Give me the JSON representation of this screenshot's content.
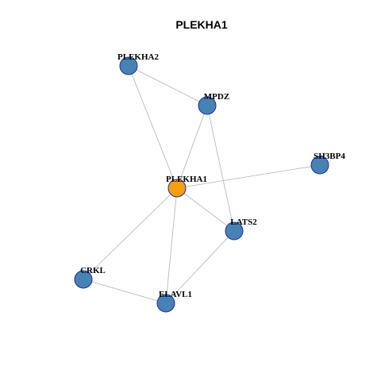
{
  "title": "PLEKHA1",
  "colors": {
    "center_node": "#f5a00a",
    "node_fill": "#4682b4",
    "node_stroke": "#1a2ea8",
    "edge": "#b3b3b3"
  },
  "graph": {
    "center": "PLEKHA1",
    "nodes": [
      "PLEKHA2",
      "MPDZ",
      "SH3BP4",
      "PLEKHA1",
      "LATS2",
      "CRKL",
      "ELAVL1"
    ],
    "edges": [
      [
        "PLEKHA2",
        "MPDZ"
      ],
      [
        "PLEKHA2",
        "PLEKHA1"
      ],
      [
        "MPDZ",
        "PLEKHA1"
      ],
      [
        "MPDZ",
        "LATS2"
      ],
      [
        "PLEKHA1",
        "SH3BP4"
      ],
      [
        "PLEKHA1",
        "LATS2"
      ],
      [
        "PLEKHA1",
        "CRKL"
      ],
      [
        "PLEKHA1",
        "ELAVL1"
      ],
      [
        "LATS2",
        "ELAVL1"
      ],
      [
        "CRKL",
        "ELAVL1"
      ]
    ]
  }
}
